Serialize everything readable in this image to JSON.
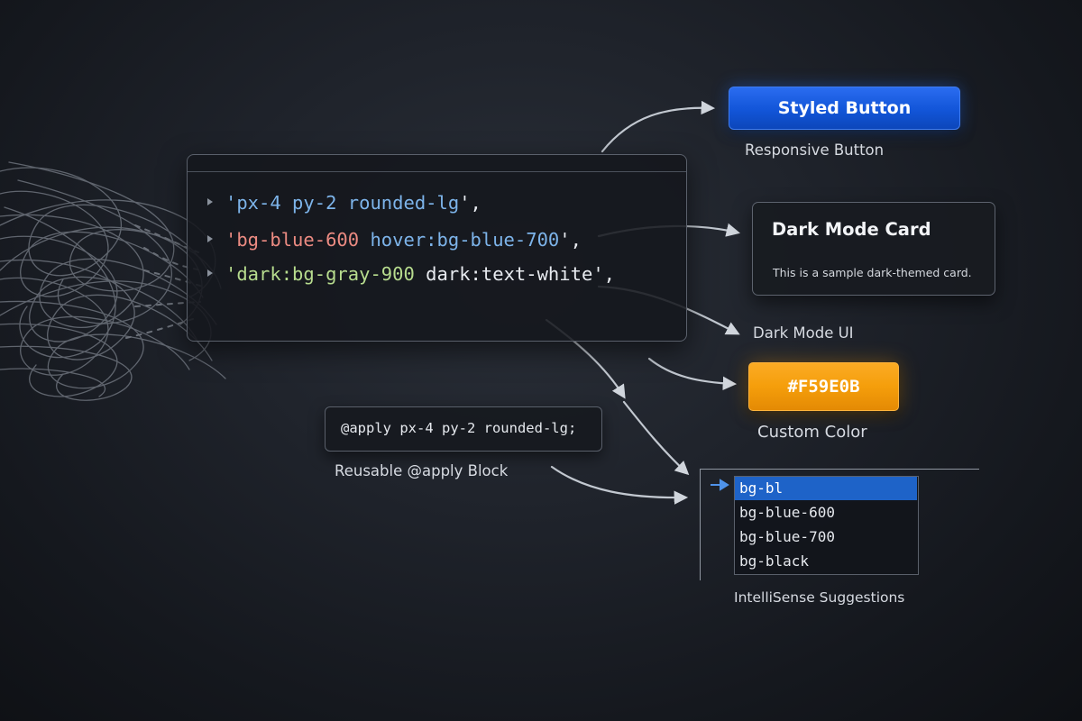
{
  "code": {
    "lines": [
      {
        "open": "'",
        "a": "px-4 py-2 rounded-lg",
        "close": "',"
      },
      {
        "open": "'",
        "a": "bg-blue-600",
        "b": "hover:bg-blue-700",
        "close": "',"
      },
      {
        "open": "'",
        "a": "dark:bg-gray-900",
        "b": "dark:text-white",
        "close": "',"
      }
    ]
  },
  "styled_button": {
    "label": "Styled Button",
    "caption": "Responsive Button"
  },
  "dark_card": {
    "title": "Dark Mode Card",
    "body": "This is a sample dark-themed card.",
    "caption": "Dark Mode UI"
  },
  "color_swatch": {
    "label": "#F59E0B",
    "caption": "Custom Color"
  },
  "apply_block": {
    "code": "@apply px-4 py-2 rounded-lg;",
    "caption": "Reusable @apply Block"
  },
  "intellisense": {
    "items": [
      "bg-bl",
      "bg-blue-600",
      "bg-blue-700",
      "bg-black"
    ],
    "selected_index": 0,
    "caption": "IntelliSense Suggestions"
  },
  "colors": {
    "background": "#1c2027",
    "button_blue": "#1255d8",
    "swatch_orange": "#F59E0B",
    "token_blue": "#7db4ea",
    "token_red": "#ec8b82",
    "token_green": "#b7dc8e",
    "selection_blue": "#1e63c8"
  }
}
